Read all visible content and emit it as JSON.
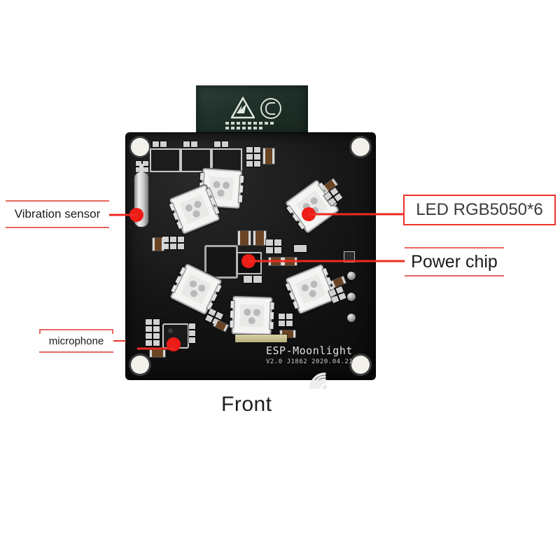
{
  "image": {
    "caption": "Front",
    "product": "ESP-Moonlight development board, front side, annotated"
  },
  "board": {
    "silkscreen_title": "ESP-Moonlight",
    "silkscreen_revision": "V2.0  J1862 2020.04.21",
    "tab": {
      "esd_icon": "esd-warning-icon",
      "ce_icon": "recycle-mark-icon"
    },
    "logo_icon": "espressif-wifi-logo-icon"
  },
  "annotations": [
    {
      "id": "vibration",
      "label": "Vibration sensor",
      "style": "ruled",
      "side": "left",
      "dot_color": "#ee1c17"
    },
    {
      "id": "led",
      "label": "LED RGB5050*6",
      "style": "boxed",
      "side": "right",
      "dot_color": "#ee1c17"
    },
    {
      "id": "power",
      "label": "Power chip",
      "style": "ruled",
      "side": "right",
      "dot_color": "#ee1c17"
    },
    {
      "id": "microphone",
      "label": "microphone",
      "style": "ruled-tick",
      "side": "left",
      "dot_color": "#ee1c17"
    }
  ],
  "colors": {
    "annotation_red": "#ee2a22",
    "annotation_red_light": "#e8675f",
    "pcb_black": "#141414",
    "pcb_tab_green": "#23372e",
    "background": "#ffffff"
  }
}
